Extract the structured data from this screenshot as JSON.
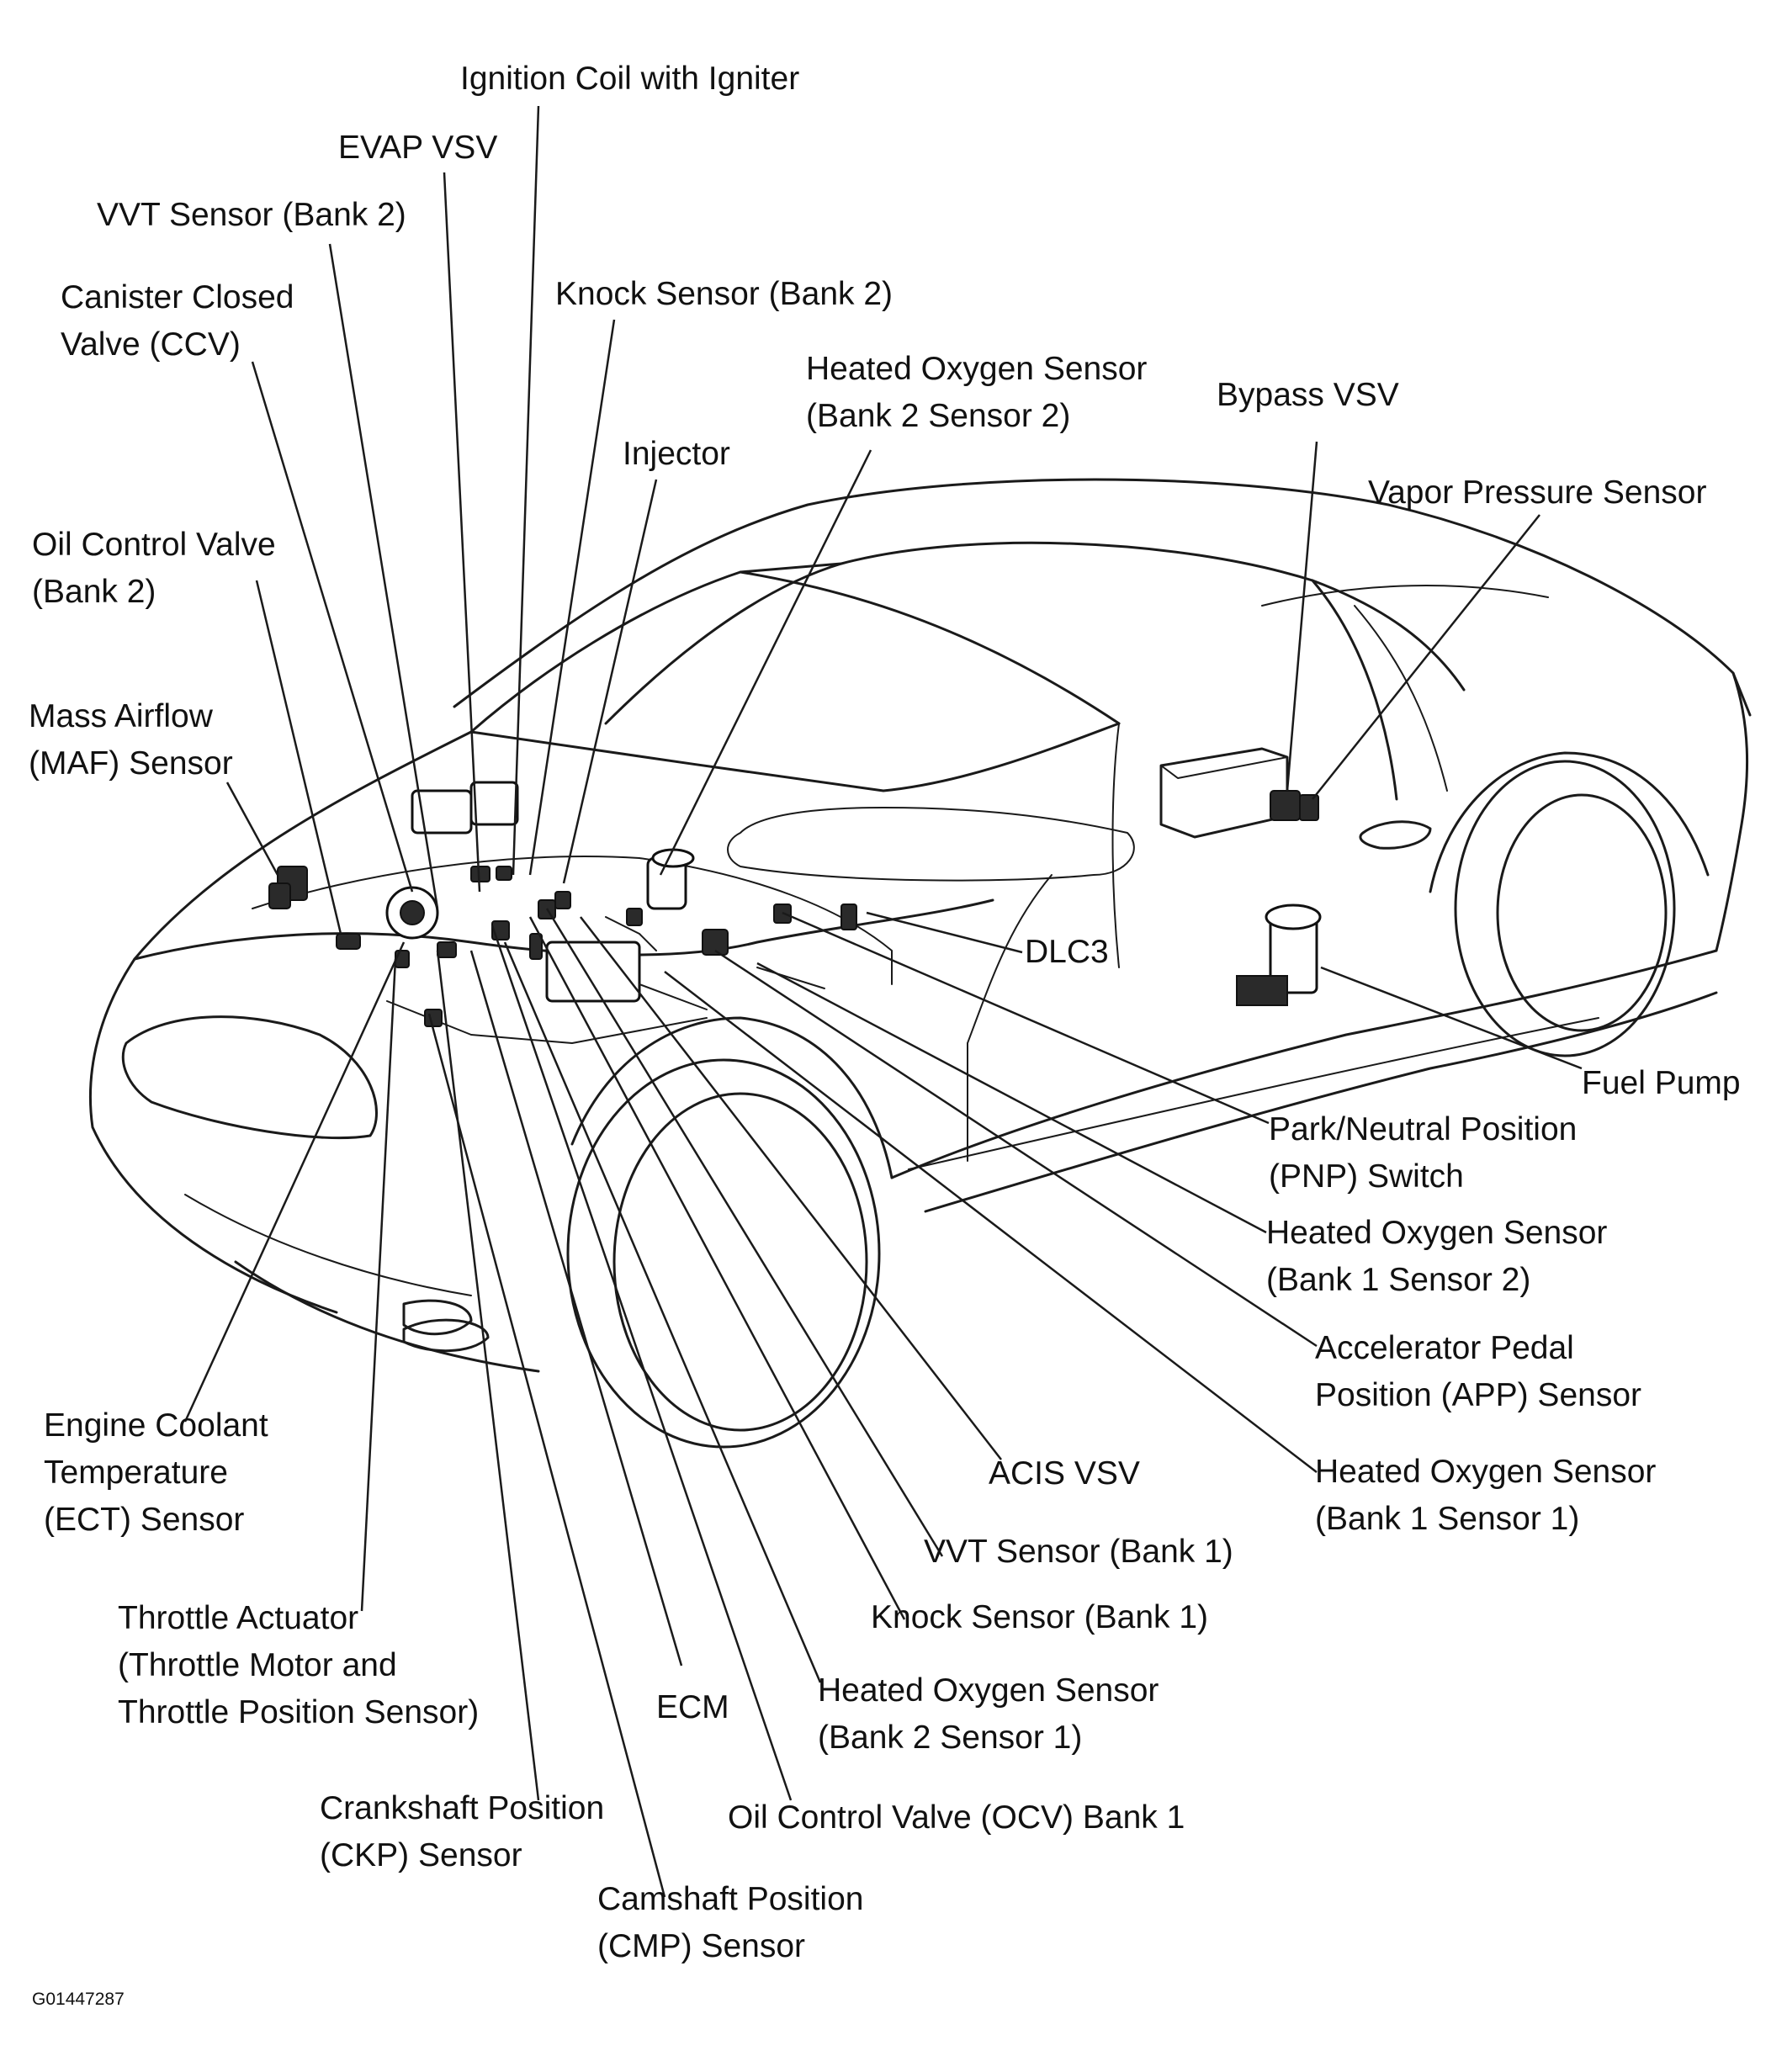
{
  "figure_id": "G01447287",
  "labels": {
    "ignition_coil": [
      "Ignition Coil with Igniter"
    ],
    "evap_vsv": [
      "EVAP VSV"
    ],
    "vvt_sensor_bank2": [
      "VVT Sensor (Bank 2)"
    ],
    "canister_closed_valve": [
      "Canister Closed",
      "Valve (CCV)"
    ],
    "knock_sensor_bank2": [
      "Knock Sensor (Bank 2)"
    ],
    "ho2s_bank2_sensor2": [
      "Heated Oxygen Sensor",
      "(Bank 2 Sensor 2)"
    ],
    "bypass_vsv": [
      "Bypass VSV"
    ],
    "injector": [
      "Injector"
    ],
    "vapor_pressure_sensor": [
      "Vapor Pressure Sensor"
    ],
    "oil_control_valve_bank2": [
      "Oil Control Valve",
      "(Bank 2)"
    ],
    "maf_sensor": [
      "Mass Airflow",
      "(MAF) Sensor"
    ],
    "dlc3": [
      "DLC3"
    ],
    "fuel_pump": [
      "Fuel Pump"
    ],
    "pnp_switch": [
      "Park/Neutral Position",
      "(PNP) Switch"
    ],
    "ho2s_bank1_sensor2": [
      "Heated Oxygen Sensor",
      "(Bank 1 Sensor 2)"
    ],
    "app_sensor": [
      "Accelerator Pedal",
      "Position (APP) Sensor"
    ],
    "ho2s_bank1_sensor1": [
      "Heated Oxygen Sensor",
      "(Bank 1 Sensor 1)"
    ],
    "ect_sensor": [
      "Engine Coolant",
      "Temperature",
      "(ECT) Sensor"
    ],
    "acis_vsv": [
      "ACIS VSV"
    ],
    "vvt_sensor_bank1": [
      "VVT Sensor (Bank 1)"
    ],
    "knock_sensor_bank1": [
      "Knock Sensor (Bank 1)"
    ],
    "throttle_actuator": [
      "Throttle Actuator",
      "(Throttle Motor and",
      "Throttle Position Sensor)"
    ],
    "ecm": [
      "ECM"
    ],
    "ho2s_bank2_sensor1": [
      "Heated Oxygen Sensor",
      "(Bank 2 Sensor 1)"
    ],
    "ckp_sensor": [
      "Crankshaft Position",
      "(CKP) Sensor"
    ],
    "ocv_bank1": [
      "Oil Control Valve (OCV) Bank 1"
    ],
    "cmp_sensor": [
      "Camshaft Position",
      "(CMP) Sensor"
    ]
  }
}
